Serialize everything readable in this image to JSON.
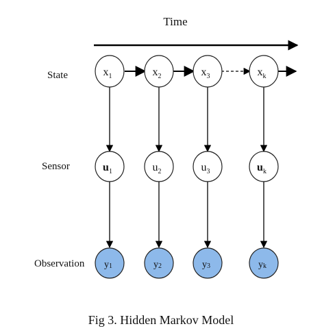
{
  "time_label": "Time",
  "row_labels": {
    "state": "State",
    "sensor": "Sensor",
    "observation": "Observation"
  },
  "columns": [
    {
      "state": "x",
      "state_sub": "1",
      "sensor": "u",
      "sensor_sub": "1",
      "obs": "y",
      "obs_sub": "1"
    },
    {
      "state": "x",
      "state_sub": "2",
      "sensor": "u",
      "sensor_sub": "2",
      "obs": "y",
      "obs_sub": "2"
    },
    {
      "state": "x",
      "state_sub": "3",
      "sensor": "u",
      "sensor_sub": "3",
      "obs": "y",
      "obs_sub": "3"
    },
    {
      "state": "x",
      "state_sub": "k",
      "sensor": "u",
      "sensor_sub": "k",
      "obs": "y",
      "obs_sub": "k"
    }
  ],
  "caption": "Fig 3. Hidden Markov Model",
  "colors": {
    "observation_fill": "#8db9ea",
    "node_stroke": "#222222",
    "arrow": "#000000"
  }
}
